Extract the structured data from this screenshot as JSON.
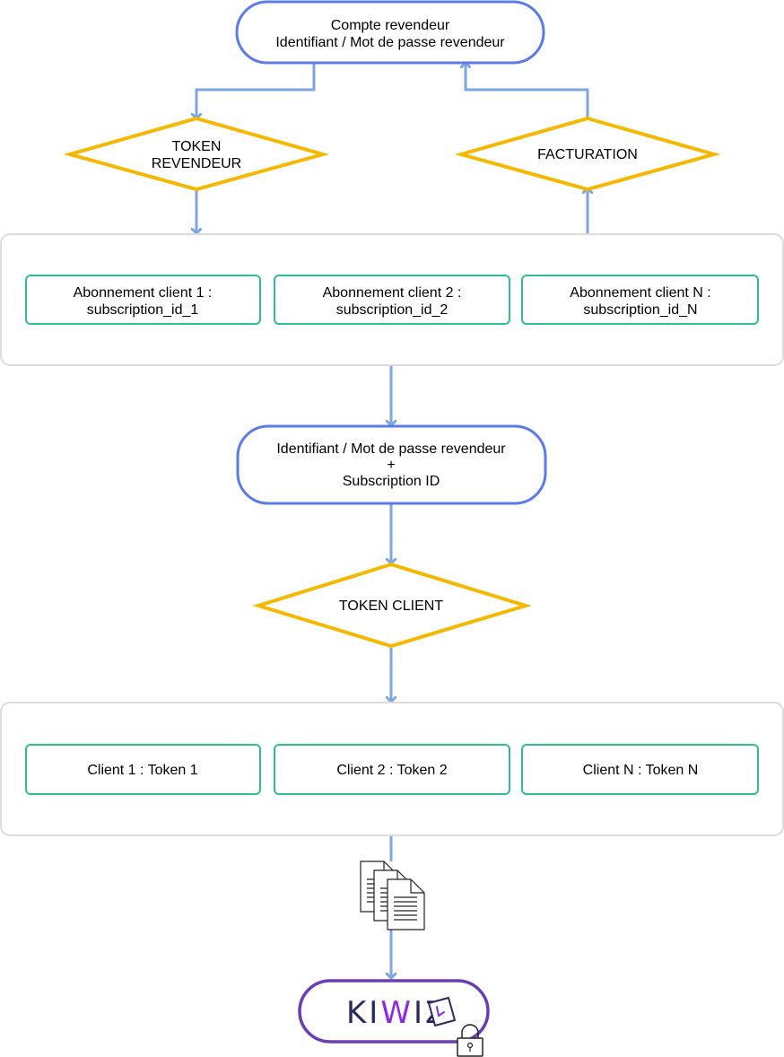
{
  "colors": {
    "blue_rounded_border": "#5b7be8",
    "diamond_border": "#f5b800",
    "green_box_border": "#2fbf8a",
    "group_border": "#dcdcdc",
    "arrow": "#7ea6e0",
    "kiwiz_border": "#6a3fb5",
    "kiwiz_dark": "#2b2a5c",
    "kiwiz_purple": "#8a2be2"
  },
  "nodes": {
    "reseller_account": {
      "line1": "Compte revendeur",
      "line2": "Identifiant / Mot de passe revendeur"
    },
    "token_revendeur": {
      "line1": "TOKEN",
      "line2": "REVENDEUR"
    },
    "facturation": {
      "label": "FACTURATION"
    },
    "subscriptions": [
      {
        "line1": "Abonnement client 1 :",
        "line2": "subscription_id_1"
      },
      {
        "line1": "Abonnement client 2 :",
        "line2": "subscription_id_2"
      },
      {
        "line1": "Abonnement client N :",
        "line2": "subscription_id_N"
      }
    ],
    "credentials": {
      "line1": "Identifiant / Mot de passe revendeur",
      "line2": "+",
      "line3": "Subscription ID"
    },
    "token_client": {
      "label": "TOKEN CLIENT"
    },
    "client_tokens": [
      {
        "label": "Client 1 : Token 1"
      },
      {
        "label": "Client 2 : Token 2"
      },
      {
        "label": "Client N : Token N"
      }
    ],
    "documents_icon": "documents-icon",
    "kiwiz": {
      "logo_prefix": "KI",
      "logo_highlight": "W",
      "logo_suffix": "IZ",
      "lock_icon": "padlock-icon"
    }
  }
}
